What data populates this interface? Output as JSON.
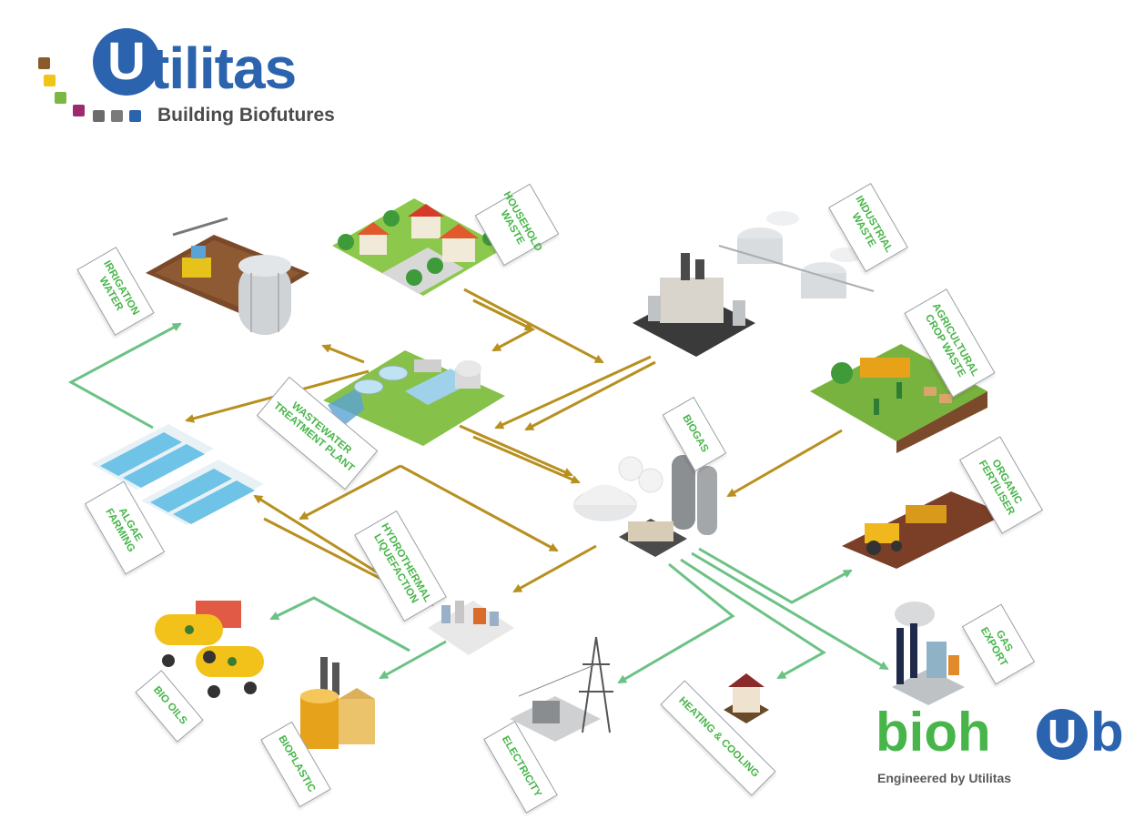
{
  "brand": {
    "letter": "U",
    "name": "tilitas",
    "tagline": "Building Biofutures",
    "color": "#2b63ae"
  },
  "biohub": {
    "part1": "bioh",
    "letter": "U",
    "part2": "b",
    "tagline": "Engineered by Utilitas",
    "green": "#47b549",
    "blue": "#2b63ae"
  },
  "labels": {
    "household_waste": "HOUSEHOLD\nWASTE",
    "industrial_waste": "INDUSTRIAL\nWASTE",
    "irrigation_water": "IRRIGATION\nWATER",
    "agricultural_crop_waste": "AGRICULTURAL\nCROP WASTE",
    "wastewater_treatment_plant": "WASTEWATER\nTREATMENT PLANT",
    "biogas": "BIOGAS",
    "organic_fertiliser": "ORGANIC\nFERTILISER",
    "algae_farming": "ALGAE\nFARMING",
    "hydrothermal_liquefaction": "HYDROTHERMAL\nLIQUEFACTION",
    "gas_export": "GAS\nEXPORT",
    "bio_oils": "BIO OILS",
    "bioplastic": "BIOPLASTIC",
    "electricity": "ELECTRICITY",
    "heating_cooling": "HEATING & COOLING"
  },
  "colors": {
    "input_arrow": "#b8901f",
    "output_arrow": "#6cc284",
    "label_text": "#47b549"
  },
  "icons": [
    "farm-irrigation-icon",
    "houses-icon",
    "industrial-plant-icon",
    "agriculture-field-icon",
    "wastewater-plant-icon",
    "biogas-digester-icon",
    "algae-ponds-icon",
    "tractor-field-icon",
    "hydrothermal-unit-icon",
    "gas-export-plant-icon",
    "tanker-trucks-icon",
    "bioplastic-factory-icon",
    "power-pylon-icon",
    "house-icon"
  ]
}
